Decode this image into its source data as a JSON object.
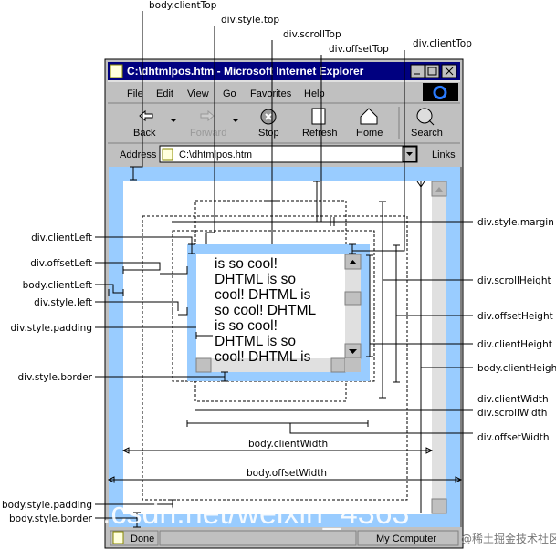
{
  "window": {
    "title": "C:\\dhtmlpos.htm - Microsoft Internet Explorer",
    "menu": [
      "File",
      "Edit",
      "View",
      "Go",
      "Favorites",
      "Help"
    ],
    "toolbar": [
      "Back",
      "Forward",
      "Stop",
      "Refresh",
      "Home",
      "Search"
    ],
    "address_label": "Address",
    "address_value": "C:\\dhtmlpos.htm",
    "links_label": "Links",
    "status": "Done",
    "zone": "My Computer"
  },
  "div_content": [
    "is so cool!",
    "DHTML is so",
    "cool! DHTML is",
    "so cool! DHTML",
    "is so cool!",
    "DHTML is so",
    "cool! DHTML is"
  ],
  "labels": {
    "top": [
      "body.clientTop",
      "div.style.top",
      "div.scrollTop",
      "div.offsetTop",
      "div.clientTop"
    ],
    "left": [
      "div.clientLeft",
      "div.offsetLeft",
      "body.clientLeft",
      "div.style.left",
      "div.style.padding",
      "div.style.border",
      "body.style.padding",
      "body.style.border"
    ],
    "right": [
      "div.style.margin",
      "div.scrollHeight",
      "div.offsetHeight",
      "div.clientHeight",
      "body.clientHeight",
      "div.clientWidth",
      "div.scrollWidth",
      "div.offsetWidth"
    ],
    "middle": [
      "body.clientWidth",
      "body.offsetWidth"
    ]
  },
  "watermark": [
    ".csdn.net/weixin_4363",
    "@稀土掘金技术社区"
  ],
  "colors": {
    "titlebar": "#000080",
    "body_border": "#99ccff",
    "chrome": "#c0c0c0"
  }
}
